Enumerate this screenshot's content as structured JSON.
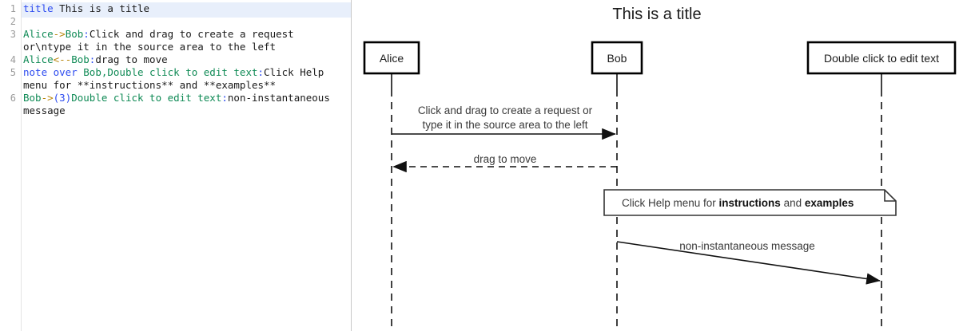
{
  "editor": {
    "active_line": 1,
    "lines": [
      {
        "number": "1",
        "text": "title This is a title",
        "tokens": [
          {
            "t": "title",
            "c": "kw"
          },
          {
            "t": " This is a title",
            "c": "plain"
          }
        ]
      },
      {
        "number": "2",
        "text": "",
        "tokens": []
      },
      {
        "number": "3",
        "text": "Alice->Bob:Click and drag to create a request or\\ntype it in the source area to the left",
        "tokens": [
          {
            "t": "Alice",
            "c": "actor"
          },
          {
            "t": "->",
            "c": "arrow"
          },
          {
            "t": "Bob",
            "c": "actor"
          },
          {
            "t": ":",
            "c": "colon"
          },
          {
            "t": "Click and drag to create a request or\\ntype it in the source area to the left",
            "c": "plain"
          }
        ]
      },
      {
        "number": "4",
        "text": "Alice<--Bob:drag to move",
        "tokens": [
          {
            "t": "Alice",
            "c": "actor"
          },
          {
            "t": "<--",
            "c": "arrow"
          },
          {
            "t": "Bob",
            "c": "actor"
          },
          {
            "t": ":",
            "c": "colon"
          },
          {
            "t": "drag to move",
            "c": "plain"
          }
        ]
      },
      {
        "number": "5",
        "text": "note over Bob,Double click to edit text:Click Help menu for **instructions** and **examples**",
        "tokens": [
          {
            "t": "note over",
            "c": "kw"
          },
          {
            "t": " ",
            "c": "plain"
          },
          {
            "t": "Bob,Double click to edit text",
            "c": "actor"
          },
          {
            "t": ":",
            "c": "colon"
          },
          {
            "t": "Click Help menu for **instructions** and **examples**",
            "c": "plain"
          }
        ]
      },
      {
        "number": "6",
        "text": "Bob->(3)Double click to edit text:non-instantaneous message",
        "tokens": [
          {
            "t": "Bob",
            "c": "actor"
          },
          {
            "t": "->",
            "c": "arrow"
          },
          {
            "t": "(3)",
            "c": "num"
          },
          {
            "t": "Double click to edit text",
            "c": "actor"
          },
          {
            "t": ":",
            "c": "colon"
          },
          {
            "t": "non-instantaneous message",
            "c": "plain"
          }
        ]
      }
    ]
  },
  "diagram": {
    "title": "This is a title",
    "actors": [
      {
        "id": "alice",
        "label": "Alice"
      },
      {
        "id": "bob",
        "label": "Bob"
      },
      {
        "id": "third",
        "label": "Double click to edit text"
      }
    ],
    "messages": [
      {
        "id": "msg-1",
        "from": "alice",
        "to": "bob",
        "style": "solid",
        "direction": "right",
        "label_line_1": "Click and drag to create a request or",
        "label_line_2": "type it in the source area to the left"
      },
      {
        "id": "msg-2",
        "from": "bob",
        "to": "alice",
        "style": "dashed",
        "direction": "left",
        "label_line_1": "drag to move"
      },
      {
        "id": "msg-3",
        "from": "bob",
        "to": "third",
        "style": "solid-slanted",
        "direction": "right",
        "label_line_1": "non-instantaneous message"
      }
    ],
    "note": {
      "id": "note-1",
      "text_plain_1": "Click Help menu for ",
      "text_bold_1": "instructions",
      "text_plain_2": " and ",
      "text_bold_2": "examples"
    },
    "colors": {
      "stroke": "#111111",
      "text": "#3a3a3a",
      "background": "#ffffff"
    }
  }
}
